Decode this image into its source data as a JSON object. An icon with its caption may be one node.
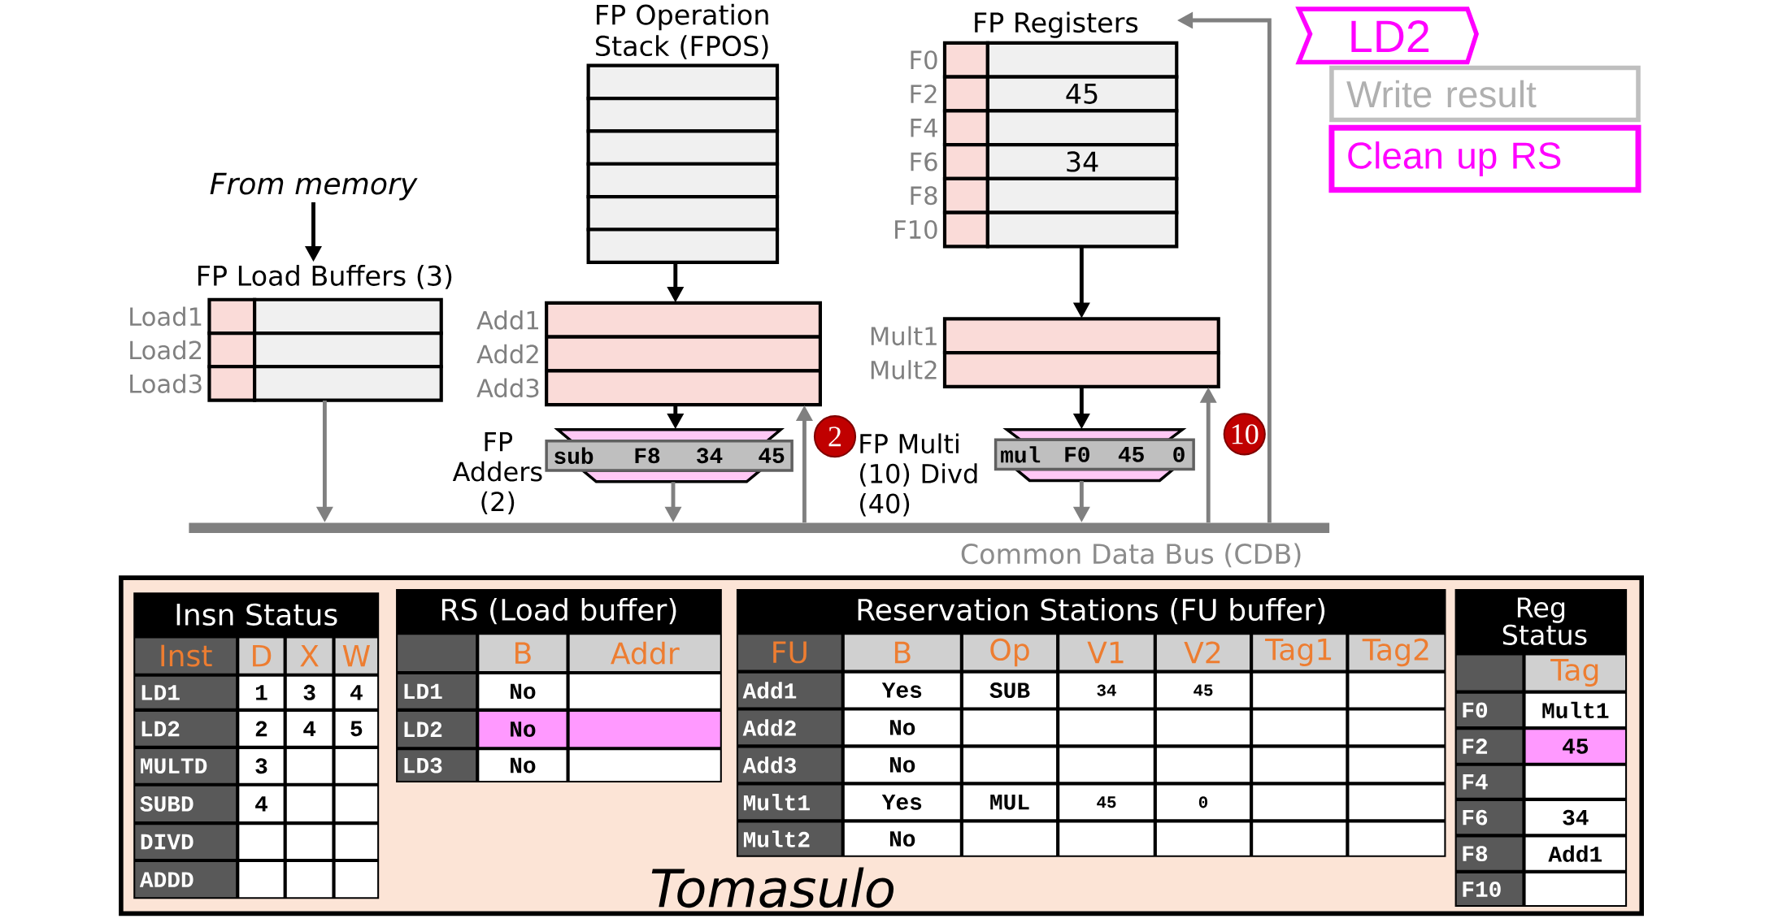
{
  "diagram": {
    "nodes": [
      {
        "text": [
          "From memory"
        ]
      },
      {
        "text": [
          "FP Load Buffers (3)"
        ],
        "beside": [
          "Load1",
          "Load2",
          "Load3"
        ]
      },
      {
        "text": [
          "FP Operation Stack (FPOS)"
        ]
      },
      {
        "text": [],
        "shape": "box",
        "beside": [
          "Add1",
          "Add2",
          "Add3"
        ]
      },
      {
        "text": [
          "sub",
          "F8",
          "34",
          "45"
        ],
        "beside": [
          "2",
          "FP Adders (2)"
        ]
      },
      {
        "text": [
          "FP Registers",
          "45",
          "34"
        ],
        "beside": [
          "F0",
          "F2",
          "F4",
          "F6",
          "F8",
          "F10"
        ]
      },
      {
        "text": [],
        "shape": "box",
        "beside": [
          "Mult1",
          "Mult2"
        ]
      },
      {
        "text": [
          "mul",
          "F0",
          "45",
          "0"
        ],
        "beside": [
          "10",
          "FP Multi (10) Divd (40)"
        ]
      },
      {
        "text": [],
        "shape": "bar",
        "beside": [
          "Common Data Bus (CDB)"
        ]
      },
      {
        "text": [
          "LD2"
        ]
      },
      {
        "text": [
          "Write result"
        ]
      },
      {
        "text": [
          "Clean up RS"
        ]
      },
      {
        "text": [
          "Tomasulo"
        ]
      },
      {
        "text": [
          "Insn Status",
          "Inst",
          "D",
          "X",
          "W",
          "LD1",
          "1",
          "3",
          "4",
          "LD2",
          "2",
          "4",
          "5",
          "MULTD",
          "3",
          "SUBD",
          "4",
          "DIVD",
          "ADDD"
        ],
        "in": 12
      },
      {
        "text": [
          "RS (Load buffer)",
          "B",
          "Addr",
          "LD1",
          "No",
          "LD2",
          "No",
          "LD3",
          "No"
        ],
        "in": 12
      },
      {
        "text": [
          "Reservation Stations (FU buffer)",
          "FU",
          "B",
          "Op",
          "V1",
          "V2",
          "Tag1",
          "Tag2",
          "Add1",
          "Yes",
          "SUB",
          "34",
          "45",
          "Add2",
          "No",
          "Add3",
          "No",
          "Mult1",
          "Yes",
          "MUL",
          "45",
          "0",
          "Mult2",
          "No"
        ],
        "in": 12
      },
      {
        "text": [
          "Reg Status",
          "Tag",
          "F0",
          "Mult1",
          "F2",
          "45",
          "F4",
          "F6",
          "34",
          "F8",
          "Add1",
          "F10"
        ],
        "in": 12
      }
    ],
    "edges": [
      {
        "from": 0,
        "to": 1,
        "arrow": "to",
        "color": "#000000"
      },
      {
        "from": 2,
        "to": 3,
        "arrow": "to",
        "color": "#000000"
      },
      {
        "from": 3,
        "to": 4,
        "arrow": "to",
        "color": "#000000"
      },
      {
        "from": 1,
        "to": 8,
        "arrow": "to",
        "color": "#808080"
      },
      {
        "from": 4,
        "to": 8,
        "arrow": "to",
        "color": "#808080"
      },
      {
        "from": 8,
        "to": 3,
        "arrow": "to",
        "color": "#808080"
      },
      {
        "from": 5,
        "to": 6,
        "arrow": "to",
        "color": "#000000"
      },
      {
        "from": 6,
        "to": 7,
        "arrow": "to",
        "color": "#000000"
      },
      {
        "from": 7,
        "to": 8,
        "arrow": "to",
        "color": "#808080"
      },
      {
        "from": 8,
        "to": 6,
        "arrow": "to",
        "color": "#808080"
      },
      {
        "from": 8,
        "to": 5,
        "arrow": "to",
        "color": "#808080"
      }
    ]
  }
}
